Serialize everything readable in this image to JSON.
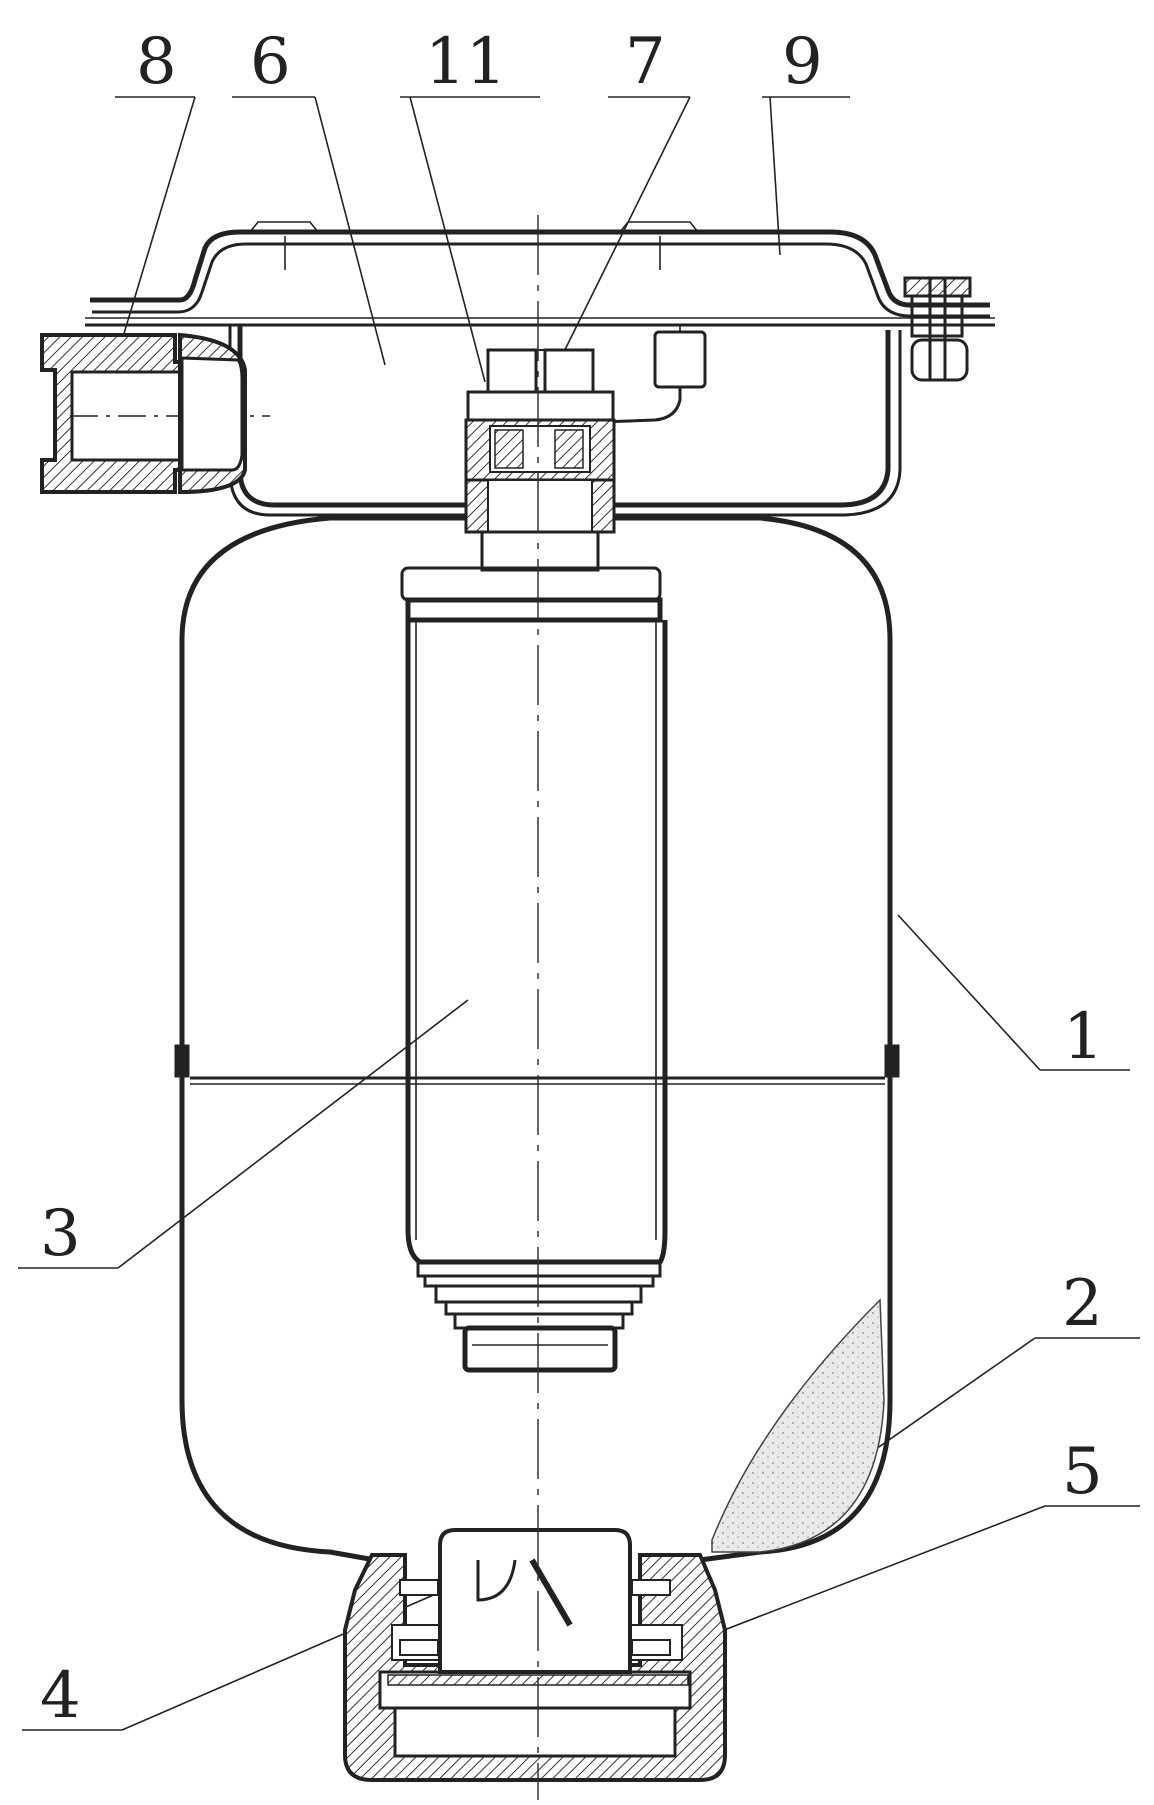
{
  "figure": {
    "callouts": [
      {
        "id": "callout-8",
        "text": "8"
      },
      {
        "id": "callout-6",
        "text": "6"
      },
      {
        "id": "callout-11",
        "text": "11"
      },
      {
        "id": "callout-7",
        "text": "7"
      },
      {
        "id": "callout-9",
        "text": "9"
      },
      {
        "id": "callout-1",
        "text": "1"
      },
      {
        "id": "callout-3",
        "text": "3"
      },
      {
        "id": "callout-2",
        "text": "2"
      },
      {
        "id": "callout-5",
        "text": "5"
      },
      {
        "id": "callout-4",
        "text": "4"
      }
    ]
  }
}
